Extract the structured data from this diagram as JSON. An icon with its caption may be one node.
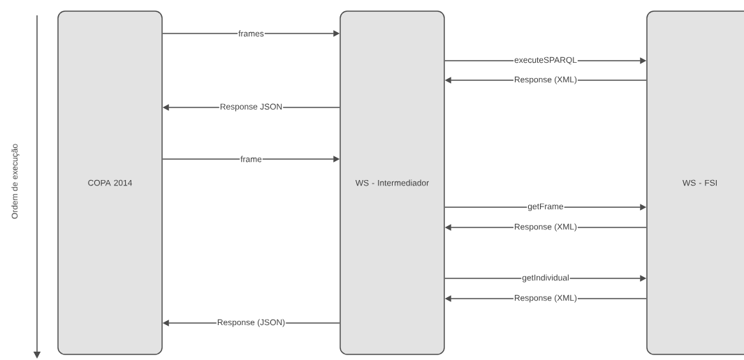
{
  "diagram": {
    "nodes": [
      {
        "text": [
          "COPA 2014"
        ]
      },
      {
        "text": [
          "WS - Intermediador"
        ]
      },
      {
        "text": [
          "WS - FSI"
        ]
      }
    ],
    "edges": [
      {
        "from": 0,
        "to": 1,
        "arrow": "to",
        "label": "frames"
      },
      {
        "from": 1,
        "to": 2,
        "arrow": "to",
        "label": "executeSPARQL"
      },
      {
        "from": 2,
        "to": 1,
        "arrow": "to",
        "label": "Response (XML)"
      },
      {
        "from": 1,
        "to": 0,
        "arrow": "to",
        "label": "Response JSON"
      },
      {
        "from": 0,
        "to": 1,
        "arrow": "to",
        "label": "frame"
      },
      {
        "from": 1,
        "to": 2,
        "arrow": "to",
        "label": "getFrame"
      },
      {
        "from": 2,
        "to": 1,
        "arrow": "to",
        "label": "Response (XML)"
      },
      {
        "from": 1,
        "to": 2,
        "arrow": "to",
        "label": "getIndividual"
      },
      {
        "from": 2,
        "to": 1,
        "arrow": "to",
        "label": "Response (XML)"
      },
      {
        "from": 1,
        "to": 0,
        "arrow": "to",
        "label": "Response (JSON)"
      }
    ],
    "labels": [
      "Ordem de execução"
    ]
  }
}
